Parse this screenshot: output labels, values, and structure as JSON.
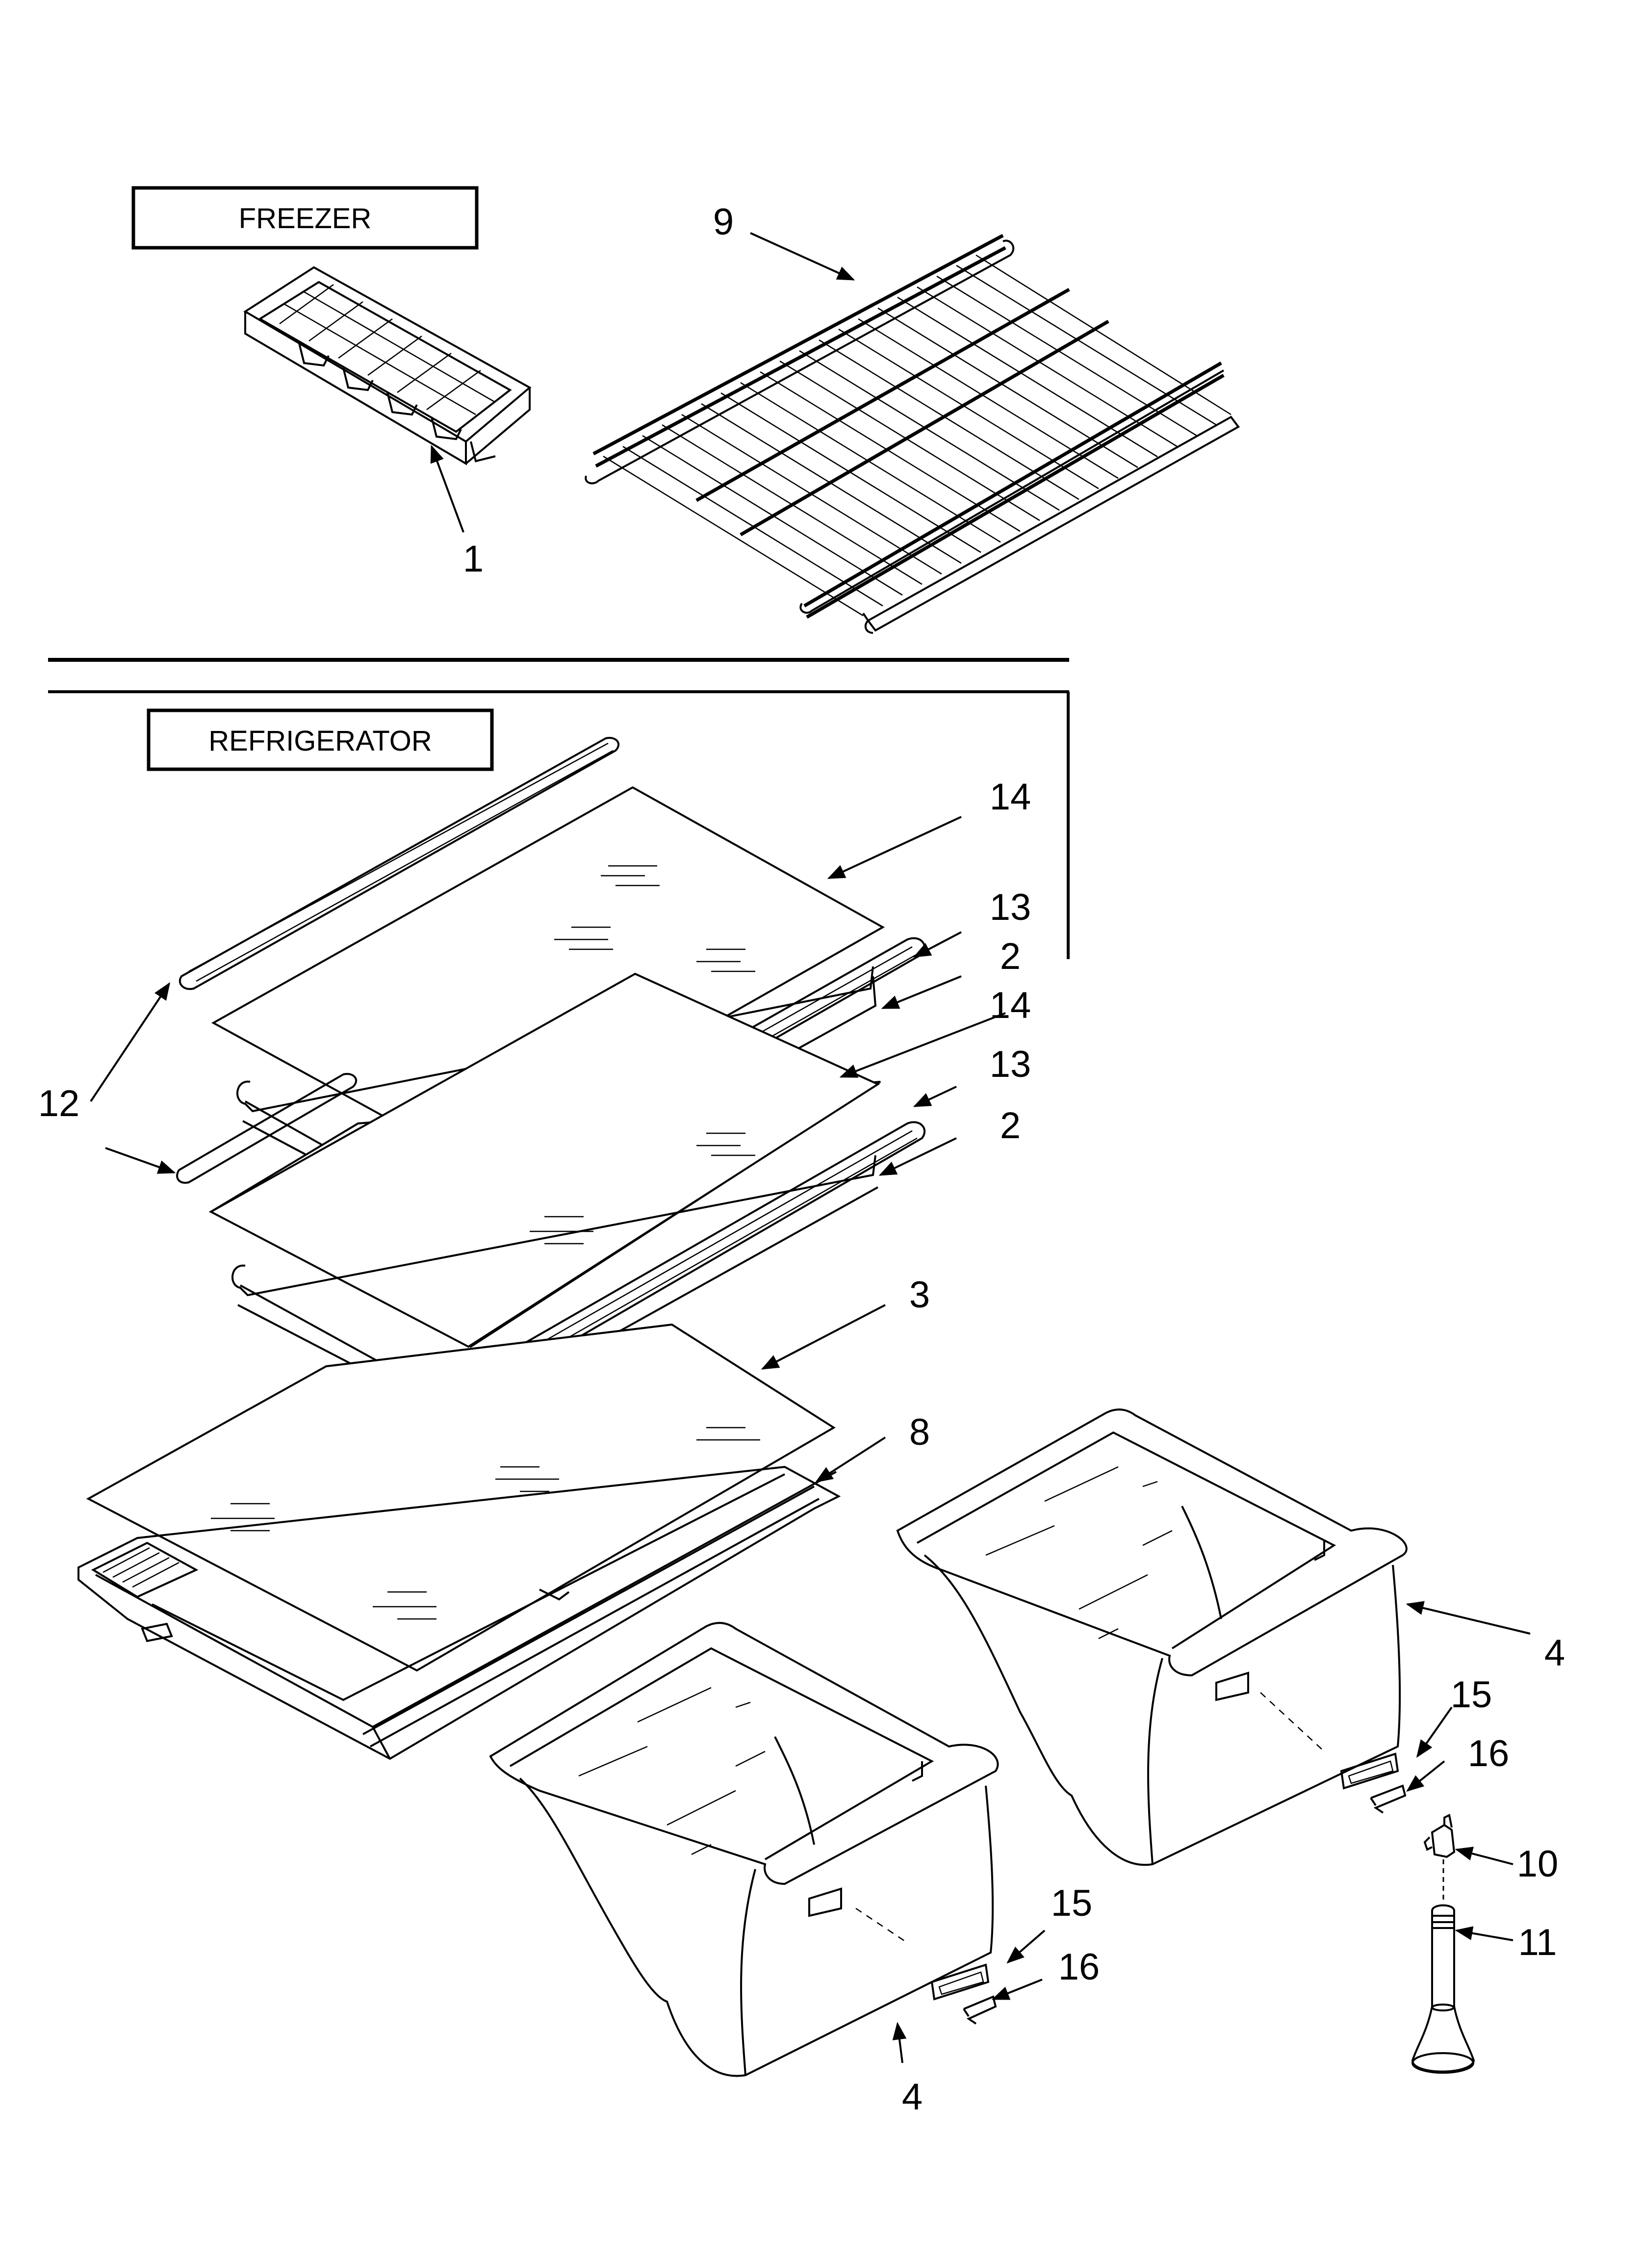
{
  "sections": {
    "freezer": "FREEZER",
    "refrigerator": "REFRIGERATOR"
  },
  "callouts": [
    {
      "id": "c1",
      "text": "1"
    },
    {
      "id": "c9",
      "text": "9"
    },
    {
      "id": "c14a",
      "text": "14"
    },
    {
      "id": "c13a",
      "text": "13"
    },
    {
      "id": "c2a",
      "text": "2"
    },
    {
      "id": "c14b",
      "text": "14"
    },
    {
      "id": "c13b",
      "text": "13"
    },
    {
      "id": "c2b",
      "text": "2"
    },
    {
      "id": "c12",
      "text": "12"
    },
    {
      "id": "c3",
      "text": "3"
    },
    {
      "id": "c8",
      "text": "8"
    },
    {
      "id": "c4a",
      "text": "4"
    },
    {
      "id": "c15a",
      "text": "15"
    },
    {
      "id": "c16a",
      "text": "16"
    },
    {
      "id": "c10",
      "text": "10"
    },
    {
      "id": "c11",
      "text": "11"
    },
    {
      "id": "c15b",
      "text": "15"
    },
    {
      "id": "c16b",
      "text": "16"
    },
    {
      "id": "c4b",
      "text": "4"
    }
  ]
}
